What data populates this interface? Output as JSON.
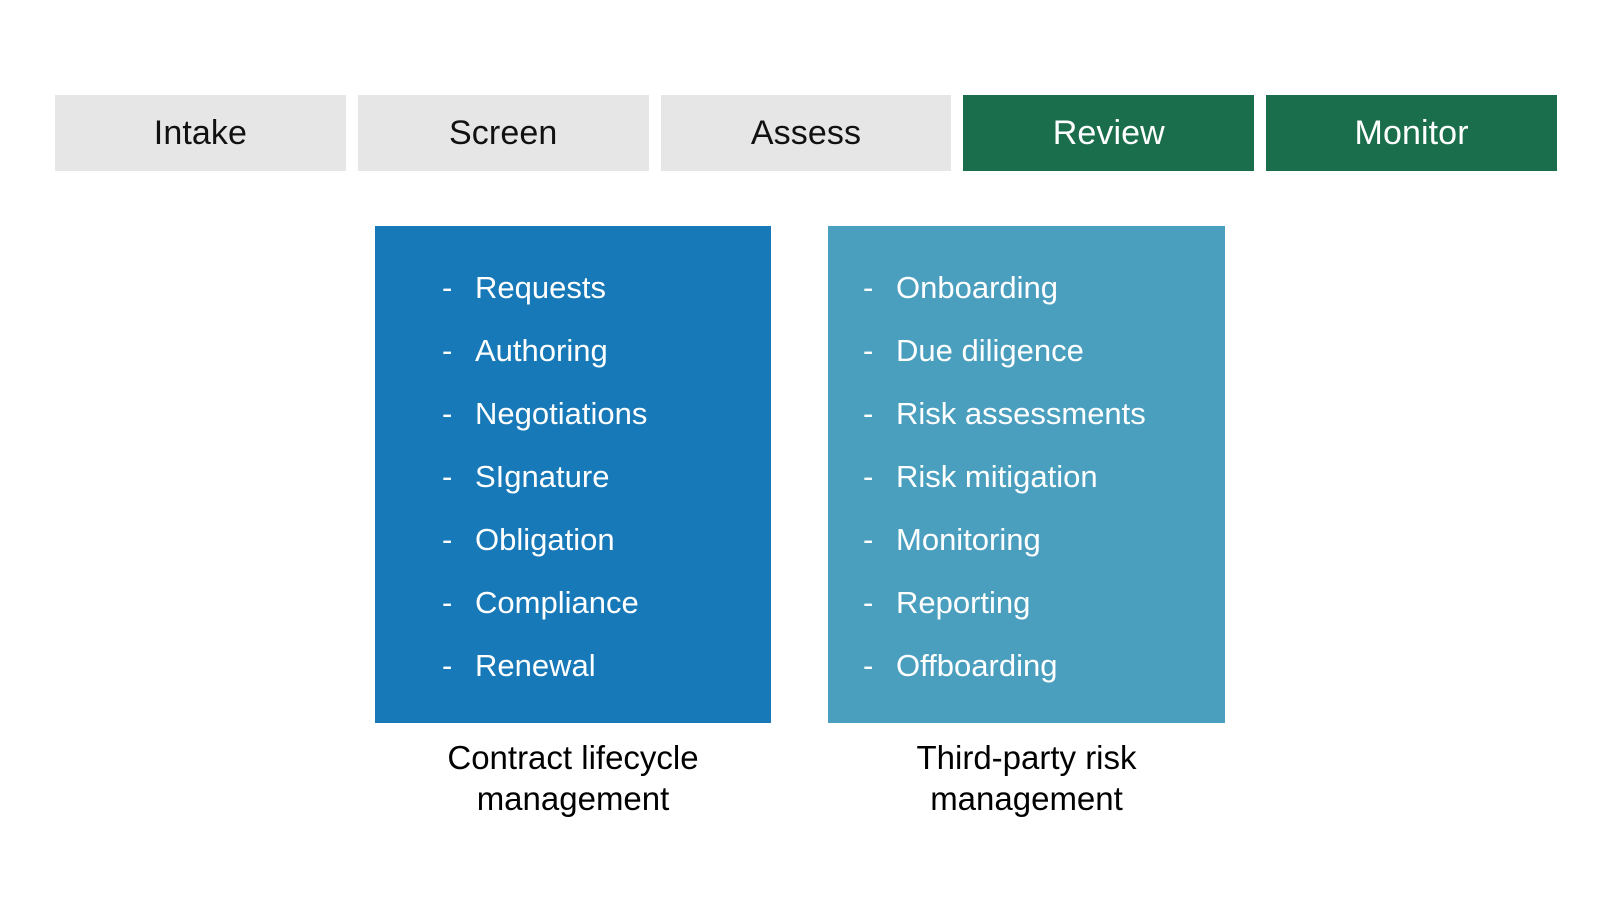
{
  "slide": {
    "background_color": "#ffffff"
  },
  "stages": {
    "name": "process-stage-strip",
    "items": [
      {
        "label": "Intake",
        "state": "inactive"
      },
      {
        "label": "Screen",
        "state": "inactive"
      },
      {
        "label": "Assess",
        "state": "inactive"
      },
      {
        "label": "Review",
        "state": "active"
      },
      {
        "label": "Monitor",
        "state": "active"
      }
    ],
    "colors": {
      "inactive_background": "#e6e6e6",
      "inactive_text": "#111111",
      "active_background": "#1a6e4b",
      "active_text": "#ffffff"
    }
  },
  "pillars": [
    {
      "id": "contract-lifecycle-management",
      "color": "#1779b8",
      "bullet": "-",
      "items": [
        "Requests",
        "Authoring",
        "Negotiations",
        "SIgnature",
        "Obligation",
        "Compliance",
        "Renewal"
      ],
      "caption_line1": "Contract lifecycle",
      "caption_line2": "management"
    },
    {
      "id": "third-party-risk-management",
      "color": "#4a9fbf",
      "bullet": "-",
      "items": [
        "Onboarding",
        "Due diligence",
        "Risk assessments",
        "Risk mitigation",
        "Monitoring",
        "Reporting",
        "Offboarding"
      ],
      "caption_line1": "Third-party risk",
      "caption_line2": "management"
    }
  ]
}
